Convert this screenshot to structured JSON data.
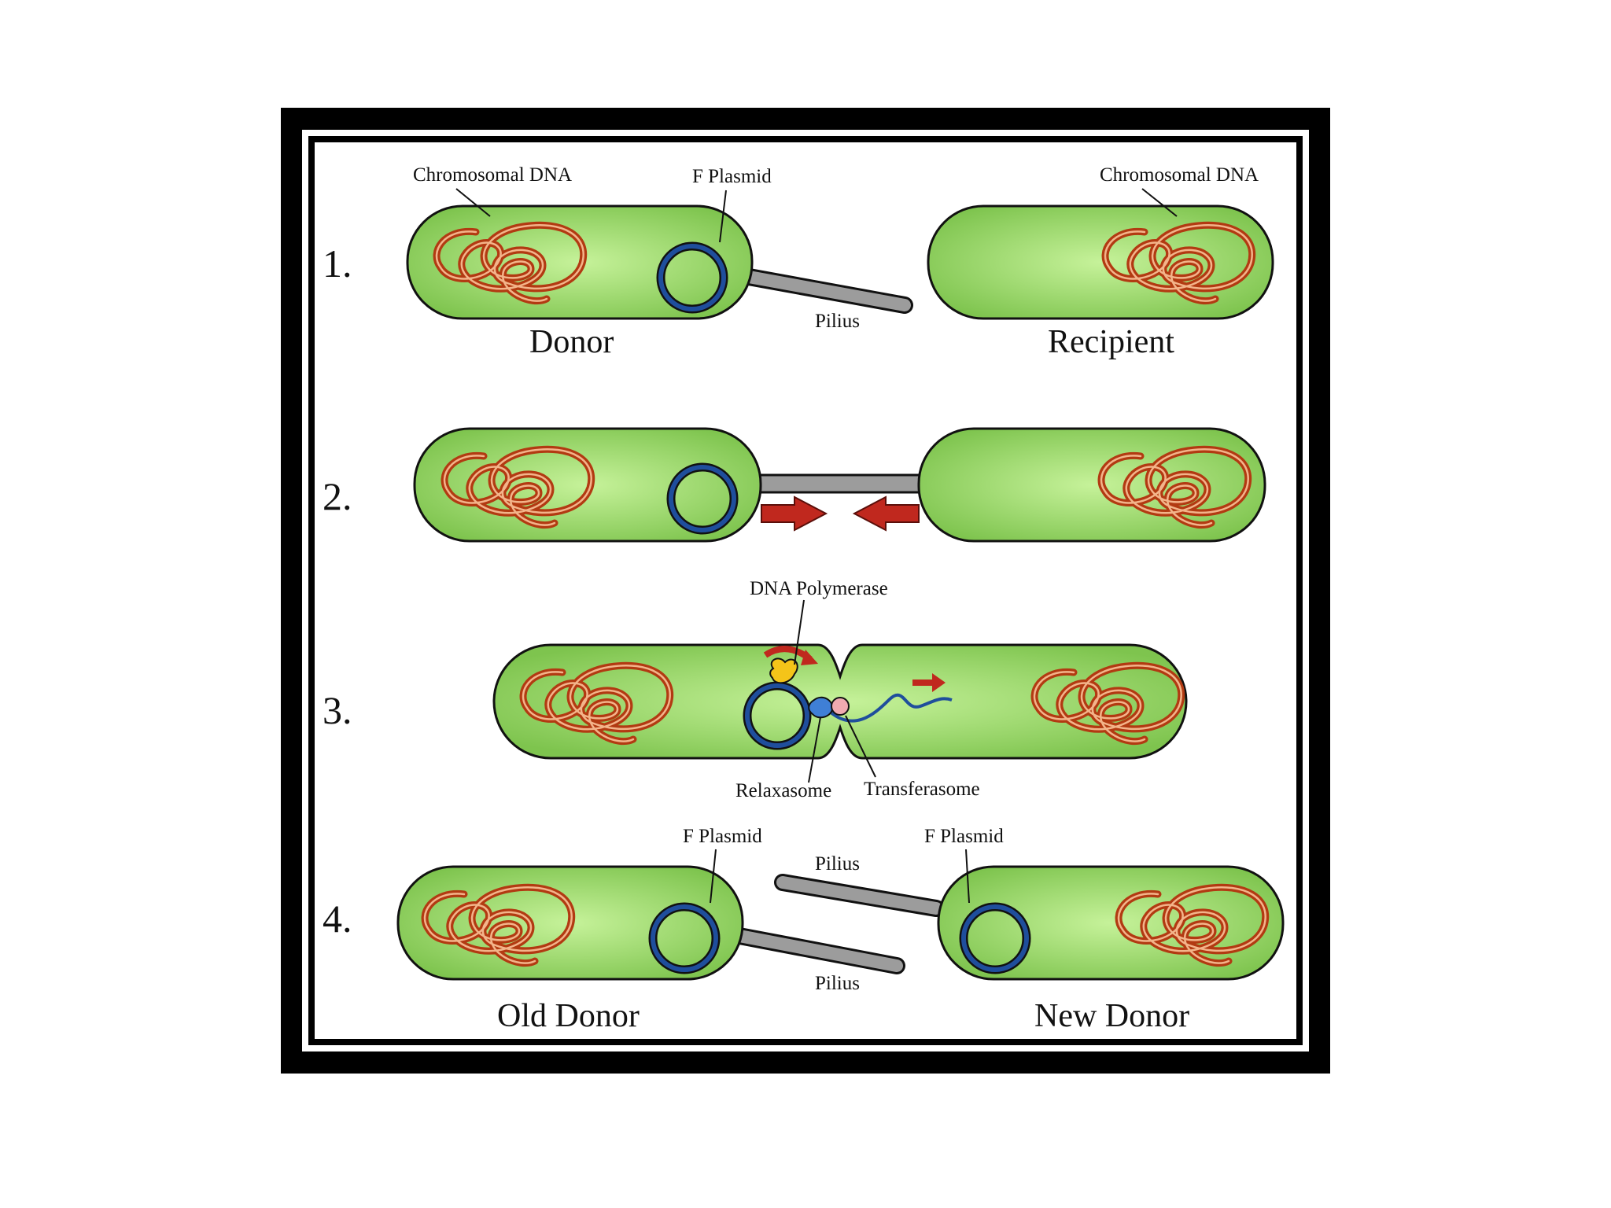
{
  "colors": {
    "cell_fill_center": "#c6f29a",
    "cell_fill_edge": "#7ec44e",
    "cell_stroke": "#111111",
    "chromosome": "#b23a12",
    "plasmid": "#1f4e9c",
    "pilus": "#9c9c9c",
    "arrow": "#c0281e",
    "polymerase": "#f4c419",
    "relaxasome": "#3f7fd6",
    "transferasome": "#f0aab0"
  },
  "steps": [
    {
      "number": "1.",
      "left_cell": "Donor",
      "right_cell": "Recipient"
    },
    {
      "number": "2."
    },
    {
      "number": "3."
    },
    {
      "number": "4.",
      "left_cell": "Old Donor",
      "right_cell": "New Donor"
    }
  ],
  "labels": {
    "chromosomal_dna_left": "Chromosomal DNA",
    "f_plasmid_1": "F Plasmid",
    "chromosomal_dna_right": "Chromosomal DNA",
    "pilius_1": "Pilius",
    "dna_polymerase": "DNA Polymerase",
    "relaxasome": "Relaxasome",
    "transferasome": "Transferasome",
    "f_plasmid_4_left": "F Plasmid",
    "f_plasmid_4_right": "F Plasmid",
    "pilius_4_top": "Pilius",
    "pilius_4_bottom": "Pilius"
  }
}
